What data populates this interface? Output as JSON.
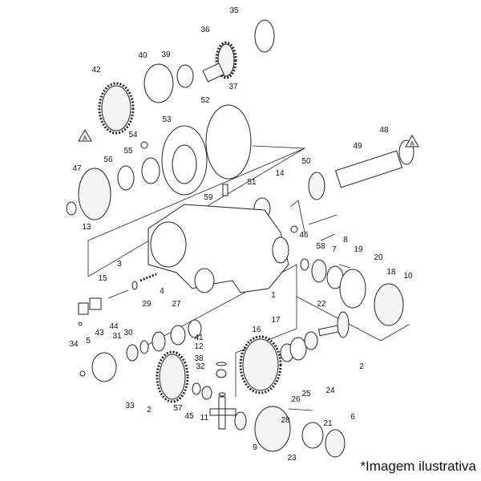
{
  "labels": [
    "35",
    "36",
    "40",
    "39",
    "42",
    "37",
    "52",
    "53",
    "54",
    "55",
    "56",
    "47",
    "13",
    "A",
    "A",
    "48",
    "49",
    "50",
    "14",
    "51",
    "59",
    "46",
    "8",
    "58",
    "7",
    "19",
    "20",
    "18",
    "10",
    "22",
    "1",
    "17",
    "16",
    "15",
    "3",
    "4",
    "29",
    "27",
    "43",
    "44",
    "5",
    "31",
    "30",
    "34",
    "41",
    "12",
    "38",
    "32",
    "2",
    "26",
    "25",
    "24",
    "33",
    "2",
    "57",
    "45",
    "11",
    "28",
    "21",
    "6",
    "9",
    "23"
  ],
  "caption": "*Imagem ilustrativa"
}
